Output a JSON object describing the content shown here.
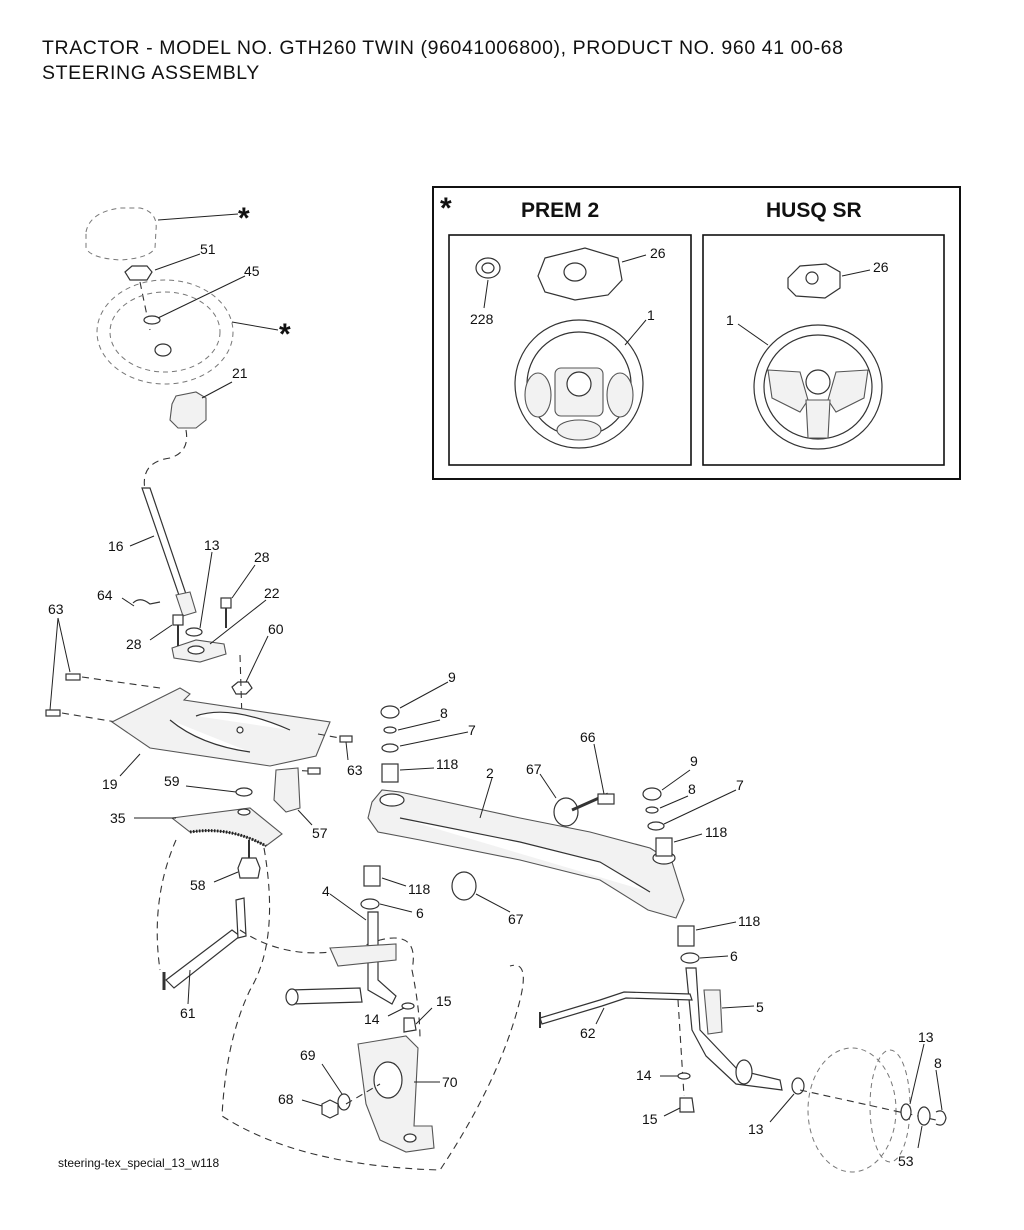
{
  "title_line1": "TRACTOR - MODEL NO. GTH260 TWIN (96041006800), PRODUCT NO. 960 41 00-68",
  "title_line2": "STEERING ASSEMBLY",
  "inset": {
    "marker": "*",
    "left_header": "PREM 2",
    "right_header": "HUSQ SR",
    "left_labels": [
      "26",
      "228",
      "1"
    ],
    "right_labels": [
      "26",
      "1"
    ]
  },
  "callouts": {
    "star_top": "*",
    "n51": "51",
    "n45": "45",
    "star_wheel": "*",
    "n21": "21",
    "n16": "16",
    "n13a": "13",
    "n28a": "28",
    "n64": "64",
    "n22": "22",
    "n28b": "28",
    "n60": "60",
    "n63a": "63",
    "n19": "19",
    "n63b": "63",
    "n59": "59",
    "n35": "35",
    "n57": "57",
    "n58": "58",
    "n61": "61",
    "n9a": "9",
    "n8a": "8",
    "n7a": "7",
    "n118a": "118",
    "n2": "2",
    "n67a": "67",
    "n66": "66",
    "n9b": "9",
    "n8b": "8",
    "n7b": "7",
    "n118b": "118",
    "n118c": "118",
    "n4": "4",
    "n6a": "6",
    "n67b": "67",
    "n118d": "118",
    "n6b": "6",
    "n15a": "15",
    "n14a": "14",
    "n5": "5",
    "n62": "62",
    "n69": "69",
    "n70": "70",
    "n68": "68",
    "n14b": "14",
    "n15b": "15",
    "n13b": "13",
    "n13c": "13",
    "n8c": "8",
    "n53": "53"
  },
  "footer": "steering-tex_special_13_w118"
}
